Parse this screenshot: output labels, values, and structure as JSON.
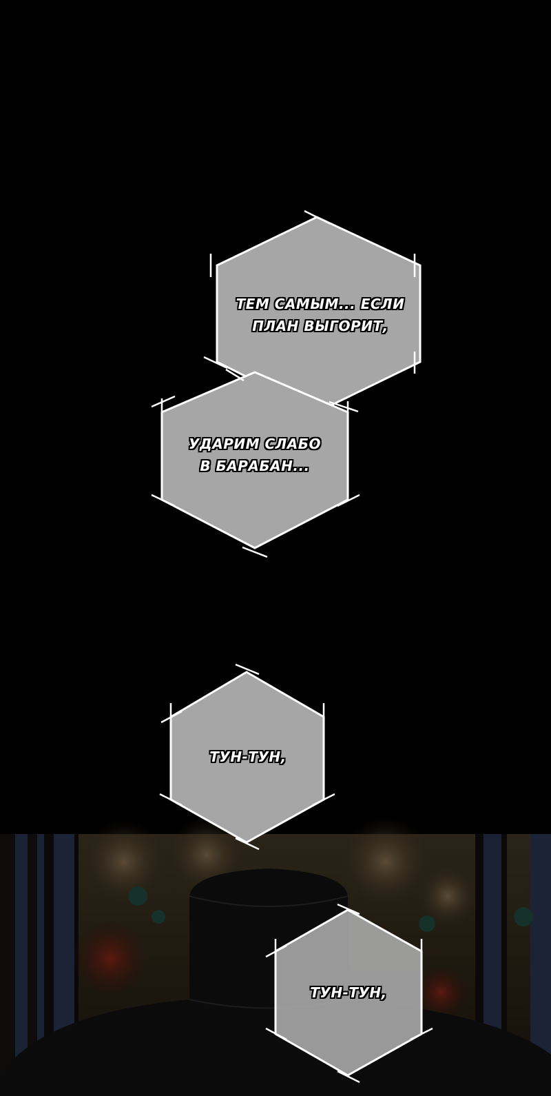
{
  "bubbles": {
    "b1": {
      "line1": "ТЕМ САМЫМ... ЕСЛИ",
      "line2": "ПЛАН ВЫГОРИТ,"
    },
    "b2": {
      "line1": "УДАРИМ СЛАБО",
      "line2": "В БАРАБАН..."
    },
    "b3": {
      "line1": "ТУН-ТУН,"
    },
    "b4": {
      "line1": "ТУН-ТУН,"
    }
  },
  "colors": {
    "background": "#000000",
    "bubble_fill": "#a6a6a6",
    "bubble_stroke": "#ffffff",
    "text": "#ffffff"
  }
}
